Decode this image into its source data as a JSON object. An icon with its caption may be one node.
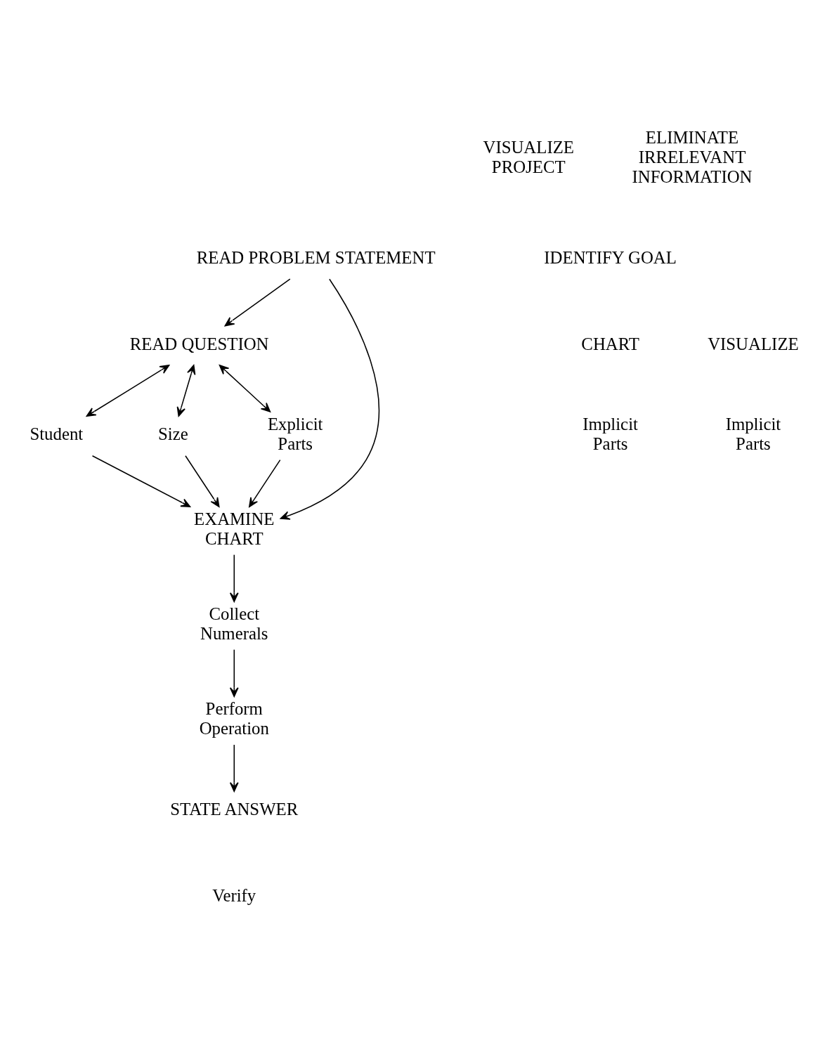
{
  "diagram": {
    "nodes": [
      {
        "text": [
          "READ PROBLEM STATEMENT"
        ]
      },
      {
        "text": [
          "READ QUESTION"
        ]
      },
      {
        "text": [
          "Student"
        ]
      },
      {
        "text": [
          "Size"
        ]
      },
      {
        "text": [
          "Explicit Parts"
        ]
      },
      {
        "text": [
          "EXAMINE CHART"
        ]
      },
      {
        "text": [
          "Collect Numerals"
        ]
      },
      {
        "text": [
          "Perform Operation"
        ]
      },
      {
        "text": [
          "STATE ANSWER"
        ]
      }
    ],
    "edges": [
      {
        "from": 0,
        "to": 1,
        "arrow": "to"
      },
      {
        "from": 0,
        "to": 5,
        "arrow": "to"
      },
      {
        "from": 1,
        "to": 2,
        "arrow": "both"
      },
      {
        "from": 1,
        "to": 3,
        "arrow": "both"
      },
      {
        "from": 1,
        "to": 4,
        "arrow": "both"
      },
      {
        "from": 2,
        "to": 5,
        "arrow": "to"
      },
      {
        "from": 3,
        "to": 5,
        "arrow": "to"
      },
      {
        "from": 4,
        "to": 5,
        "arrow": "to"
      },
      {
        "from": 5,
        "to": 6,
        "arrow": "to"
      },
      {
        "from": 6,
        "to": 7,
        "arrow": "to"
      },
      {
        "from": 7,
        "to": 8,
        "arrow": "to"
      }
    ],
    "labels": [
      "VISUALIZE PROJECT",
      "ELIMINATE IRRELEVANT INFORMATION",
      "IDENTIFY GOAL",
      "CHART",
      "VISUALIZE",
      "Implicit Parts",
      "Implicit Parts",
      "Verify"
    ]
  }
}
